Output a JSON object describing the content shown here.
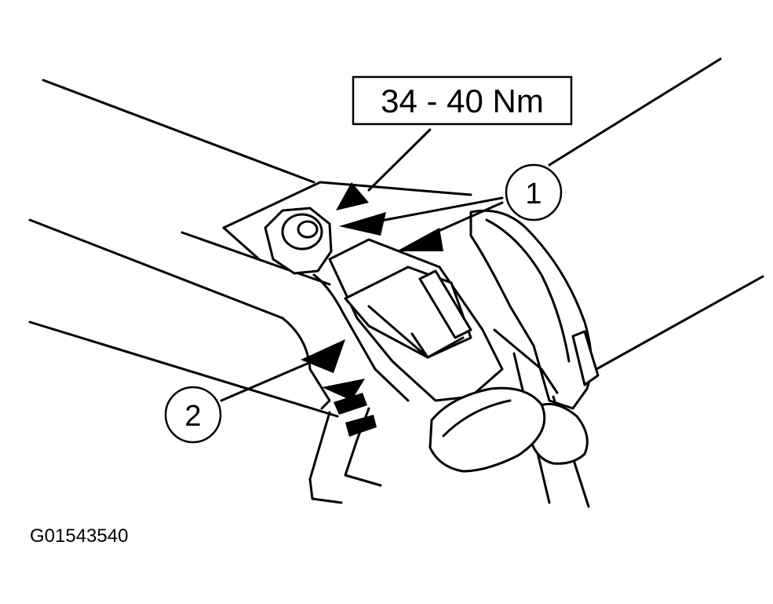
{
  "torque_label": "34 - 40 Nm",
  "callouts": [
    {
      "id": "1",
      "label": "1"
    },
    {
      "id": "2",
      "label": "2"
    }
  ],
  "figure_code": "G01543540",
  "colors": {
    "ink": "#000000",
    "paper": "#ffffff"
  }
}
